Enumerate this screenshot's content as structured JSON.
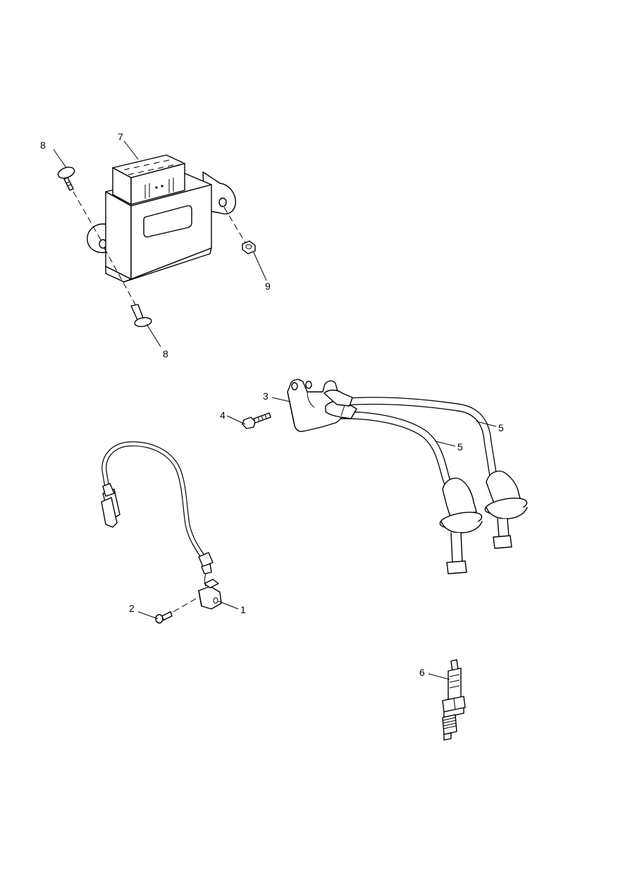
{
  "callouts": {
    "c1": "1",
    "c2": "2",
    "c3": "3",
    "c4": "4",
    "c5a": "5",
    "c5b": "5",
    "c6": "6",
    "c7": "7",
    "c8a": "8",
    "c8b": "8",
    "c9": "9"
  },
  "colors": {
    "line": "#000000",
    "background": "#ffffff"
  }
}
